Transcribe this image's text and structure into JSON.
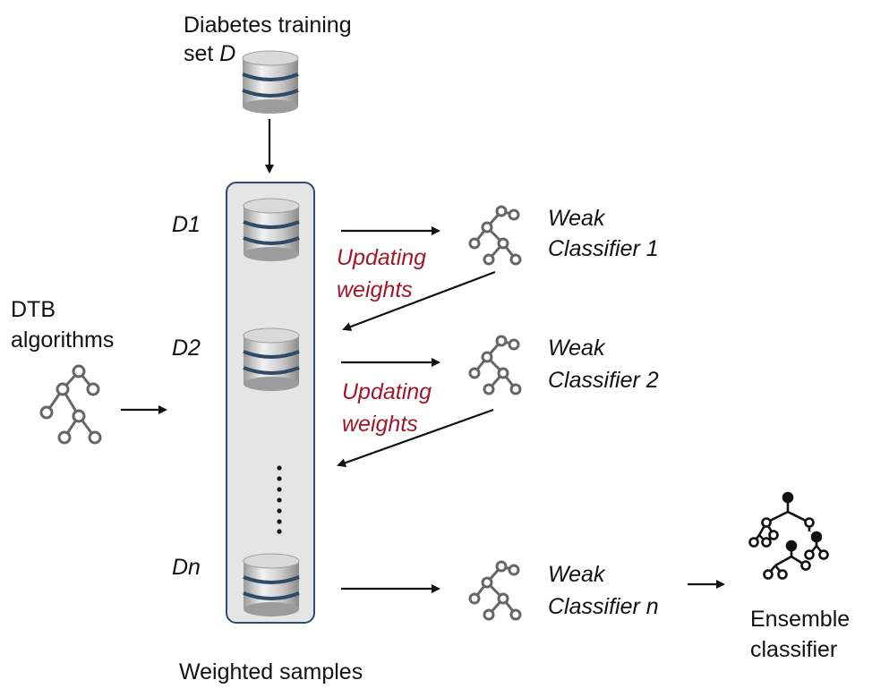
{
  "diagram": {
    "training_set_line1": "Diabetes training",
    "training_set_line2_prefix": "set ",
    "training_set_line2_var": "D",
    "dtb_line1": "DTB",
    "dtb_line2": "algorithms",
    "samples": {
      "d1": "D1",
      "d2": "D2",
      "dn": "Dn"
    },
    "weighted_samples": "Weighted samples",
    "updating_weights_1_line1": "Updating",
    "updating_weights_1_line2": "weights",
    "updating_weights_2_line1": "Updating",
    "updating_weights_2_line2": "weights",
    "classifiers": [
      {
        "line1": "Weak",
        "line2": "Classifier 1"
      },
      {
        "line1": "Weak",
        "line2": "Classifier 2"
      },
      {
        "line1": "Weak",
        "line2": "Classifier n"
      }
    ],
    "ensemble_line1": "Ensemble",
    "ensemble_line2": "classifier",
    "colors": {
      "panel_border": "#2e4a7a",
      "panel_fill": "#e5e5e5",
      "update_text": "#a0182a",
      "db_ring": "#2e4a66",
      "tree": "#666666"
    }
  }
}
